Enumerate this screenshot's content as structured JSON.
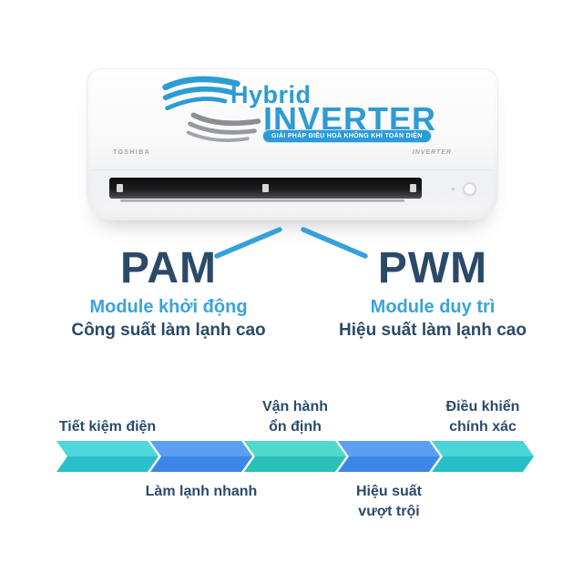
{
  "unit": {
    "brand": "TOSHIBA",
    "model_label": "INVERTER",
    "logo": {
      "line1": "Hybrid",
      "line2": "INVERTER",
      "tagline": "GIẢI PHÁP ĐIỀU HOÀ KHÔNG KHÍ TOÀN DIỆN",
      "brand_color": "#2D9BD5"
    }
  },
  "modules": {
    "left": {
      "name": "PAM",
      "subtitle": "Module khởi động",
      "description": "Công suất làm lạnh cao"
    },
    "right": {
      "name": "PWM",
      "subtitle": "Module duy trì",
      "description": "Hiệu suất làm lạnh cao"
    }
  },
  "colors": {
    "navy_text": "#2B4A68",
    "light_blue_text": "#3AA3DC",
    "connector_line": "#35A0DB",
    "teal_light": "#4ED8DC",
    "teal_dark": "#29C0CB",
    "blue_light": "#5BA0F0",
    "blue_dark": "#3C86E8"
  },
  "timeline": {
    "segments": [
      {
        "label_lines": [
          "Tiết kiệm điện"
        ],
        "label_position": "above",
        "color_light": "#4ED8DC",
        "color_dark": "#29C0CB"
      },
      {
        "label_lines": [
          "Làm lạnh nhanh"
        ],
        "label_position": "below",
        "color_light": "#5BA0F0",
        "color_dark": "#3C86E8"
      },
      {
        "label_lines": [
          "Vận hành",
          "ổn định"
        ],
        "label_position": "above",
        "color_light": "#4FD8CB",
        "color_dark": "#2BC0B5"
      },
      {
        "label_lines": [
          "Hiệu suất",
          "vượt trội"
        ],
        "label_position": "below",
        "color_light": "#5BA0F0",
        "color_dark": "#3C86E8"
      },
      {
        "label_lines": [
          "Điều khiển",
          "chính xác"
        ],
        "label_position": "above",
        "color_light": "#49D4D6",
        "color_dark": "#27BFC7"
      }
    ]
  }
}
